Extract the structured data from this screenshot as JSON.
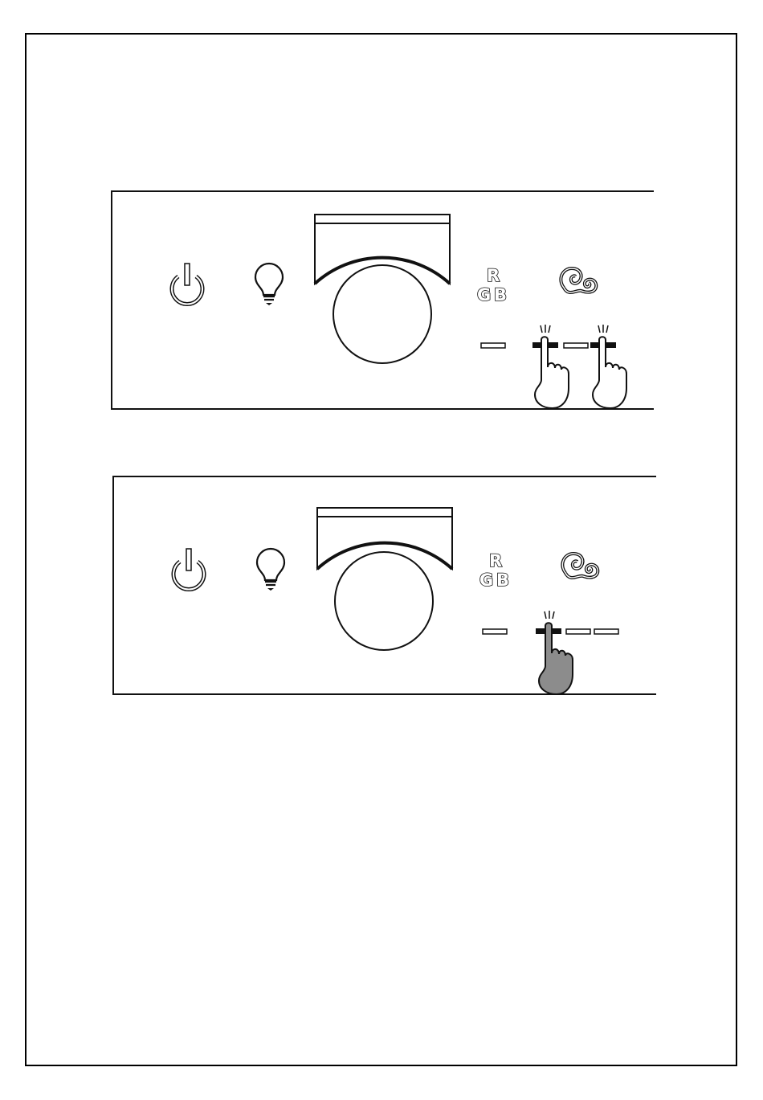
{
  "colors": {
    "line": "#111111",
    "bar_fill": "#ffffff",
    "pressed_bar": "#111111",
    "hand_fill_panel_1": "#ffffff",
    "hand_fill_panel_2": "#8c8c8c"
  },
  "icons": [
    "power-icon",
    "light-bulb-icon",
    "fan-knob",
    "rgb-icon",
    "fan-speed-swirl-icon",
    "pointing-hand-icon"
  ],
  "rgb_icon": {
    "r": "R",
    "g": "G",
    "b": "B"
  },
  "panels": [
    {
      "id": "panel-1",
      "indicator_bars": [
        "unlit",
        "pressed",
        "unlit",
        "pressed"
      ],
      "hands": [
        {
          "on_bar": 2,
          "fill": "#ffffff"
        },
        {
          "on_bar": 4,
          "fill": "#ffffff"
        }
      ]
    },
    {
      "id": "panel-2",
      "indicator_bars": [
        "unlit",
        "pressed",
        "unlit",
        "unlit"
      ],
      "hands": [
        {
          "on_bar": 2,
          "fill": "#8c8c8c"
        }
      ]
    }
  ]
}
